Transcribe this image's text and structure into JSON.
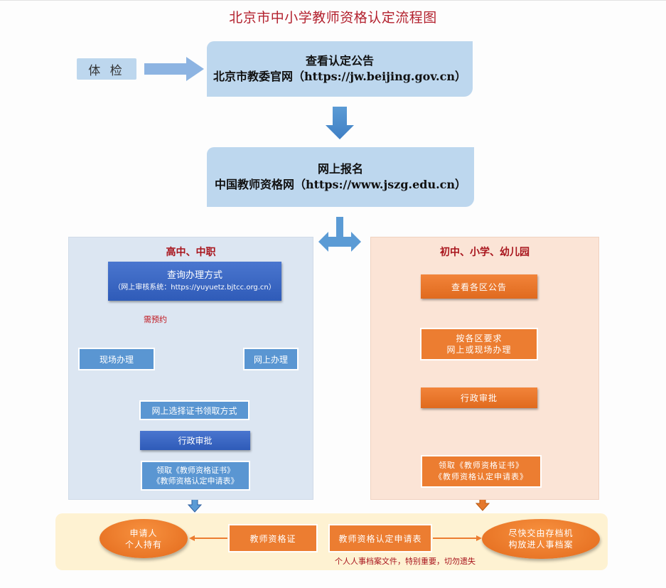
{
  "title": "北京市中小学教师资格认定流程图",
  "top_flow": {
    "step_physical_exam": "体 检",
    "step_check_notice": {
      "line1": "查看认定公告",
      "line2": "北京市教委官网（https://jw.beijing.gov.cn）"
    },
    "step_online_register": {
      "line1": "网上报名",
      "line2": "中国教师资格网（https://www.jszg.edu.cn）"
    }
  },
  "left_panel": {
    "title": "高中、中职",
    "query_method": {
      "line1": "查询办理方式",
      "line2": "（网上审核系统：https://yuyuetz.bjtcc.org.cn）"
    },
    "appointment_label": "需预约",
    "onsite": "现场办理",
    "online": "网上办理",
    "choose_cert_method": "网上选择证书领取方式",
    "admin_approval": "行政审批",
    "receive": {
      "line1": "领取《教师资格证书》",
      "line2": "《教师资格认定申请表》"
    }
  },
  "right_panel": {
    "title": "初中、小学、幼儿园",
    "check_district_notice": "查看各区公告",
    "district_requirements": {
      "line1": "按各区要求",
      "line2": "网上或现场办理"
    },
    "admin_approval": "行政审批",
    "receive": {
      "line1": "领取《教师资格证书》",
      "line2": "《教师资格认定申请表》"
    }
  },
  "bottom": {
    "applicant": {
      "line1": "申请人",
      "line2": "个人持有"
    },
    "certificate": "教师资格证",
    "application_form": "教师资格认定申请表",
    "archive": {
      "line1": "尽快交由存档机",
      "line2": "构放进人事档案"
    },
    "note": "个人人事档案文件，特别重要，切勿遗失"
  },
  "colors": {
    "title_red": "#b3212e",
    "light_blue": "#bdd7ee",
    "panel_blue": "#dce6f2",
    "panel_orange": "#fbe4d6",
    "orange": "#ec7d31",
    "blue": "#2f5bb8",
    "arrow_blue": "#5b9bd5",
    "band_yellow": "#fef2d2"
  }
}
